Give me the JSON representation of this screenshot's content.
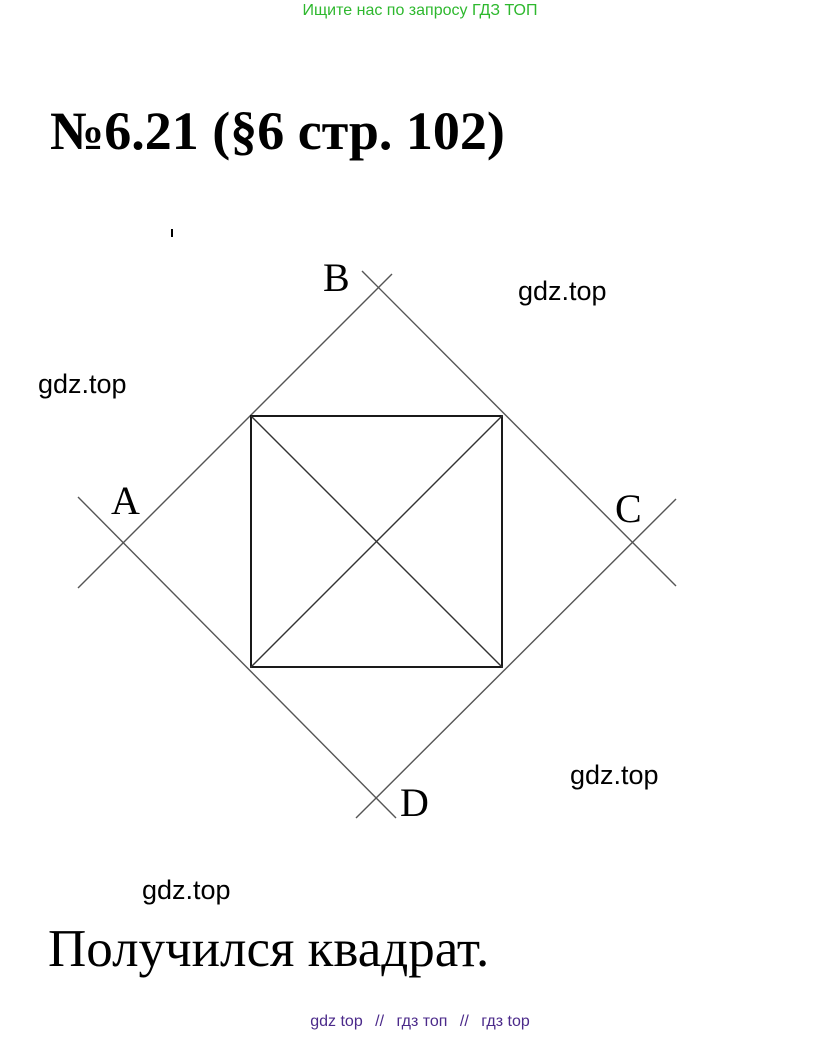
{
  "colors": {
    "banner": "#2eb82e",
    "footer": "#4b2a8a",
    "text": "#000000",
    "line": "#444444"
  },
  "banner_text": "Ищите нас по запросу ГДЗ ТОП",
  "title": "№6.21 (§6 стр. 102)",
  "watermarks": [
    "gdz.top",
    "gdz.top",
    "gdz.top",
    "gdz.top"
  ],
  "diagram": {
    "vertices": {
      "a": "A",
      "b": "B",
      "c": "C",
      "d": "D"
    }
  },
  "conclusion": "Получился квадрат.",
  "footer": {
    "items": [
      "gdz top",
      "гдз топ",
      "гдз top"
    ],
    "separator": "//"
  }
}
